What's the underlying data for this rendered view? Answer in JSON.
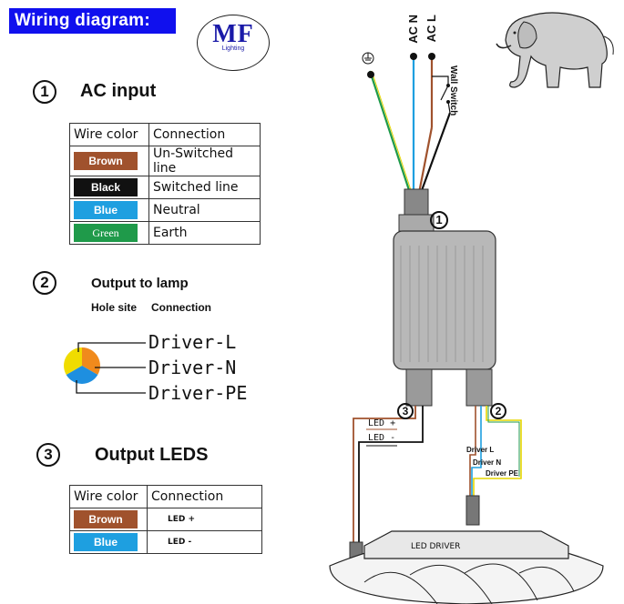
{
  "header": {
    "title": "Wiring diagram:",
    "logo_text": "MF",
    "logo_subtext": "Lighting"
  },
  "section1": {
    "number": "1",
    "title": "AC input",
    "table": {
      "headers": [
        "Wire color",
        "Connection"
      ],
      "rows": [
        {
          "color_label": "Brown",
          "color": "#a0522d",
          "connection": "Un-Switched line"
        },
        {
          "color_label": "Black",
          "color": "#111111",
          "connection": "Switched line"
        },
        {
          "color_label": "Blue",
          "color": "#1e9fe0",
          "connection": "Neutral"
        },
        {
          "color_label": "Green",
          "color": "#1f9a4a",
          "connection": "Earth"
        }
      ]
    }
  },
  "section2": {
    "number": "2",
    "title": "Output to lamp",
    "headers": [
      "Hole site",
      "Connection"
    ],
    "drivers": [
      "Driver-L",
      "Driver-N",
      "Driver-PE"
    ],
    "pie_colors": [
      "#f08a1c",
      "#1e8fe0",
      "#f0dc00"
    ]
  },
  "section3": {
    "number": "3",
    "title": "Output LEDS",
    "table": {
      "headers": [
        "Wire color",
        "Connection"
      ],
      "rows": [
        {
          "color_label": "Brown",
          "color": "#a0522d",
          "connection": "LED  +"
        },
        {
          "color_label": "Blue",
          "color": "#1e9fe0",
          "connection": "LED  -"
        }
      ]
    }
  },
  "diagram": {
    "ac_labels": [
      "AC",
      "N",
      "AC",
      "L"
    ],
    "wall_switch": "Wall Switch",
    "marker1": "1",
    "marker2": "2",
    "marker3": "3",
    "led_plus": "LED +",
    "led_minus": "LED -",
    "driver_l": "Driver L",
    "driver_n": "Driver N",
    "driver_pe": "Driver PE",
    "led_driver": "LED DRIVER",
    "ground_symbol": "ground-icon"
  }
}
